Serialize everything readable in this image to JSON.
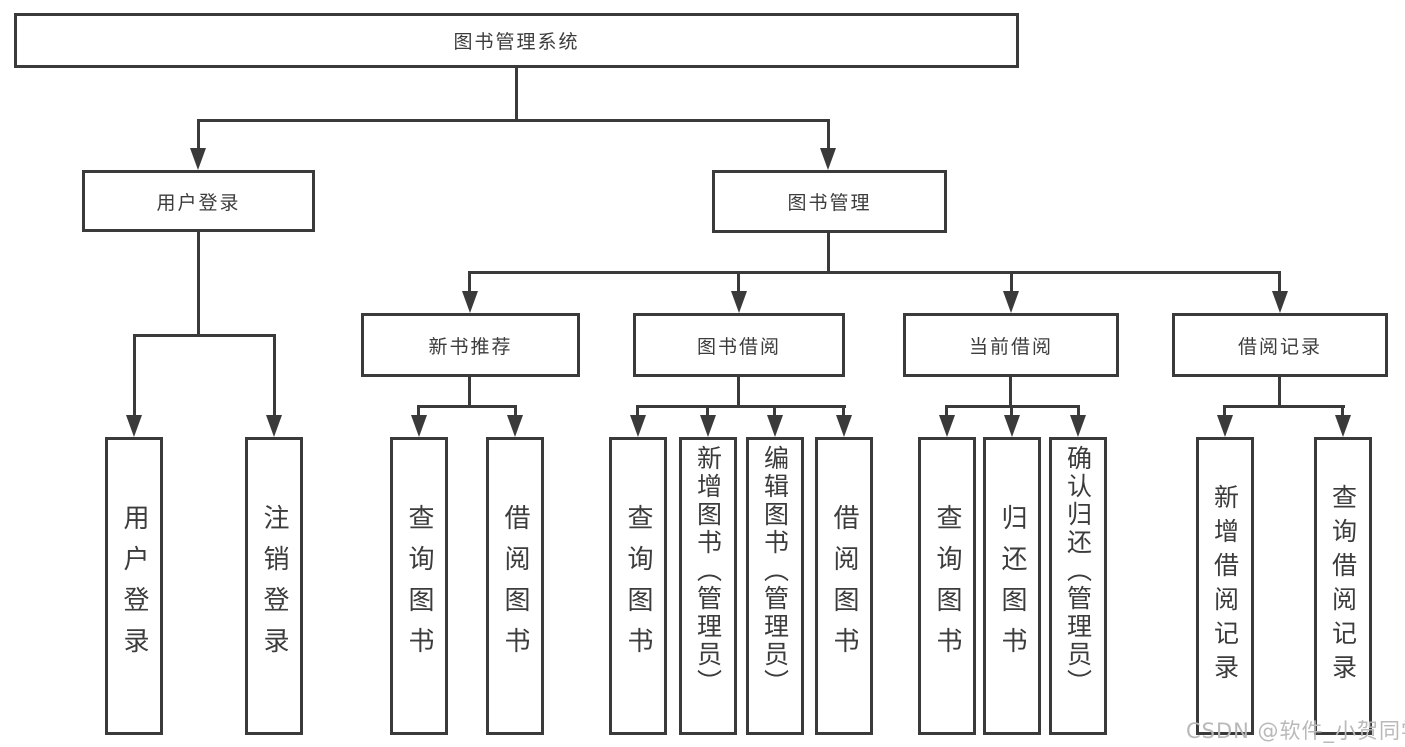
{
  "diagram": {
    "root": {
      "label": "图书管理系统"
    },
    "level2": [
      {
        "id": "user-login",
        "label": "用户登录"
      },
      {
        "id": "book-management",
        "label": "图书管理"
      }
    ],
    "level3": [
      {
        "id": "new-book-recommend",
        "label": "新书推荐",
        "parent": "图书管理"
      },
      {
        "id": "book-borrow",
        "label": "图书借阅",
        "parent": "图书管理"
      },
      {
        "id": "current-borrow",
        "label": "当前借阅",
        "parent": "图书管理"
      },
      {
        "id": "borrow-records",
        "label": "借阅记录",
        "parent": "图书管理"
      }
    ],
    "leaves": [
      {
        "id": "user-login-leaf",
        "label": "用户登录",
        "parent": "用户登录"
      },
      {
        "id": "logout",
        "label": "注销登录",
        "parent": "用户登录"
      },
      {
        "id": "query-books-recommend",
        "label": "查询图书",
        "parent": "新书推荐"
      },
      {
        "id": "borrow-books-recommend",
        "label": "借阅图书",
        "parent": "新书推荐"
      },
      {
        "id": "query-books-borrow",
        "label": "查询图书",
        "parent": "图书借阅"
      },
      {
        "id": "add-book-admin",
        "label": "新增图书（管理员）",
        "parent": "图书借阅"
      },
      {
        "id": "edit-book-admin",
        "label": "编辑图书（管理员）",
        "parent": "图书借阅"
      },
      {
        "id": "borrow-books-borrow",
        "label": "借阅图书",
        "parent": "图书借阅"
      },
      {
        "id": "query-books-current",
        "label": "查询图书",
        "parent": "当前借阅"
      },
      {
        "id": "return-book",
        "label": "归还图书",
        "parent": "当前借阅"
      },
      {
        "id": "confirm-return-admin",
        "label": "确认归还（管理员）",
        "parent": "当前借阅"
      },
      {
        "id": "add-borrow-record",
        "label": "新增借阅记录",
        "parent": "借阅记录"
      },
      {
        "id": "query-borrow-record",
        "label": "查询借阅记录",
        "parent": "借阅记录"
      }
    ]
  },
  "watermark": "CSDN @软件_小贺同学",
  "colors": {
    "line": "#3a3a3a",
    "text": "#3c3c3c",
    "box_background": "#ffffff",
    "watermark": "#b9b9b9"
  }
}
